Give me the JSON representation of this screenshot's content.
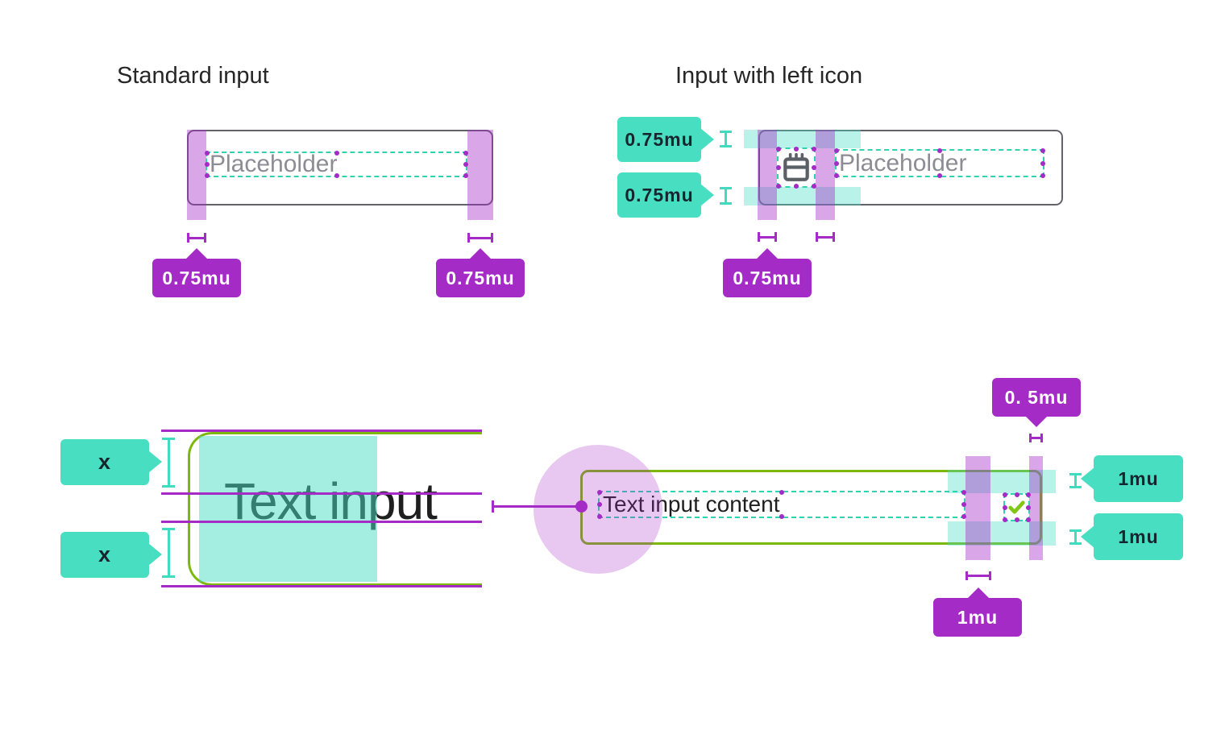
{
  "colors": {
    "purple": "#A52BC7",
    "teal": "#47DEC2",
    "teal_dash": "#2FD3B0",
    "teal_beam": "#3FDCC0",
    "purple_overlay": "rgba(165,43,199,0.42)",
    "teal_overlay": "rgba(71,222,194,0.38)",
    "teal_fill": "rgba(71,222,194,0.5)",
    "circle_overlay": "rgba(165,43,199,0.26)",
    "green": "#7EB70D",
    "check_green": "#82C616",
    "box_border": "#63636B",
    "heading_text": "#262626",
    "placeholder_text": "#8D8C94",
    "body_text": "#1F1F1F",
    "tag_text_dark": "#17262E"
  },
  "standard_input": {
    "title": "Standard input",
    "placeholder": "Placeholder",
    "left_padding_tag": "0.75mu",
    "right_padding_tag": "0.75mu"
  },
  "input_with_left_icon": {
    "title": "Input with left icon",
    "placeholder": "Placeholder",
    "icon": "calendar-icon",
    "icon_top_padding_tag": "0.75mu",
    "icon_bottom_padding_tag": "0.75mu",
    "icon_left_gap_tag": "0.75mu"
  },
  "text_size_zoom": {
    "text": "Text input",
    "ascender_space_tag": "x",
    "descender_space_tag": "x"
  },
  "input_with_right_icon": {
    "text": "Text input content",
    "icon": "checkmark-icon",
    "right_padding_tag": "0. 5mu",
    "top_spacing_tag": "1mu",
    "bottom_spacing_tag": "1mu",
    "icon_gap_tag": "1mu"
  }
}
